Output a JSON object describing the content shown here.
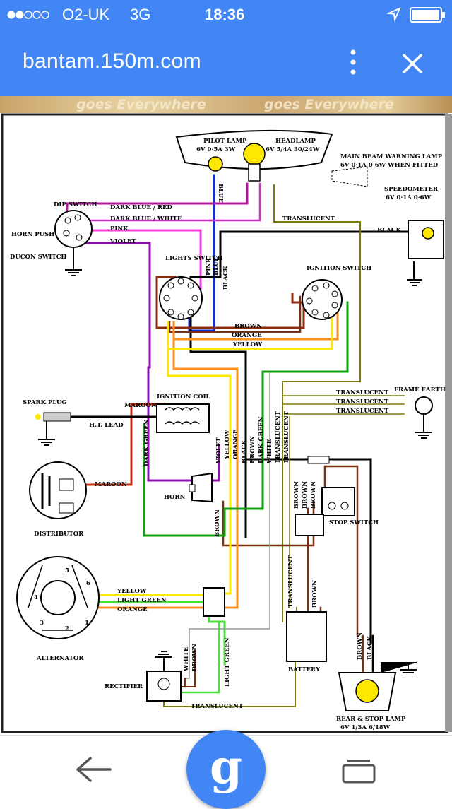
{
  "status": {
    "carrier": "O2-UK",
    "network": "3G",
    "time": "18:36"
  },
  "toolbar": {
    "url": "bantam.150m.com"
  },
  "banner": {
    "text1": "goes Everywhere",
    "text2": "goes Everywhere"
  },
  "diagram": {
    "pilot_lamp": "PILOT LAMP",
    "pilot_rating": "6V 0·5A 3W",
    "headlamp": "HEADLAMP",
    "headlamp_rating": "6V 5/4A 30/24W",
    "main_beam": "MAIN BEAM WARNING LAMP",
    "main_beam_rating": "6V 0·1A 0·6W WHEN FITTED",
    "speedometer": "SPEEDOMETER",
    "speedometer_rating": "6V 0·1A 0·6W",
    "dip_switch": "DIP SWITCH",
    "horn_push": "HORN PUSH",
    "ducon_switch": "DUCON SWITCH",
    "lights_switch": "LIGHTS SWITCH",
    "ignition_switch": "IGNITION SWITCH",
    "ignition_coil": "IGNITION COIL",
    "spark_plug": "SPARK PLUG",
    "ht_lead": "H.T. LEAD",
    "distributor": "DISTRIBUTOR",
    "horn": "HORN",
    "stop_switch": "STOP SWITCH",
    "frame_earth": "FRAME EARTH",
    "alternator": "ALTERNATOR",
    "rectifier": "RECTIFIER",
    "battery": "BATTERY",
    "rear_lamp": "REAR & STOP LAMP",
    "rear_lamp_rating": "6V 1/3A 6/18W",
    "w_dark_blue_red": "DARK BLUE / RED",
    "w_dark_blue_white": "DARK BLUE / WHITE",
    "w_pink": "PINK",
    "w_violet": "VIOLET",
    "w_blue": "BLUE",
    "w_translucent": "TRANSLUCENT",
    "w_black": "BLACK",
    "w_brown": "BROWN",
    "w_orange": "ORANGE",
    "w_yellow": "YELLOW",
    "w_maroon": "MAROON",
    "w_dark_green": "DARK GREEN",
    "w_white": "WHITE",
    "w_light_green": "LIGHT GREEN",
    "term_1": "1",
    "term_2": "2",
    "term_3": "3",
    "term_4": "4",
    "term_5": "5",
    "term_6": "6"
  },
  "nav": {
    "search_glyph": "g"
  },
  "colors": {
    "accent": "#4285f4"
  }
}
